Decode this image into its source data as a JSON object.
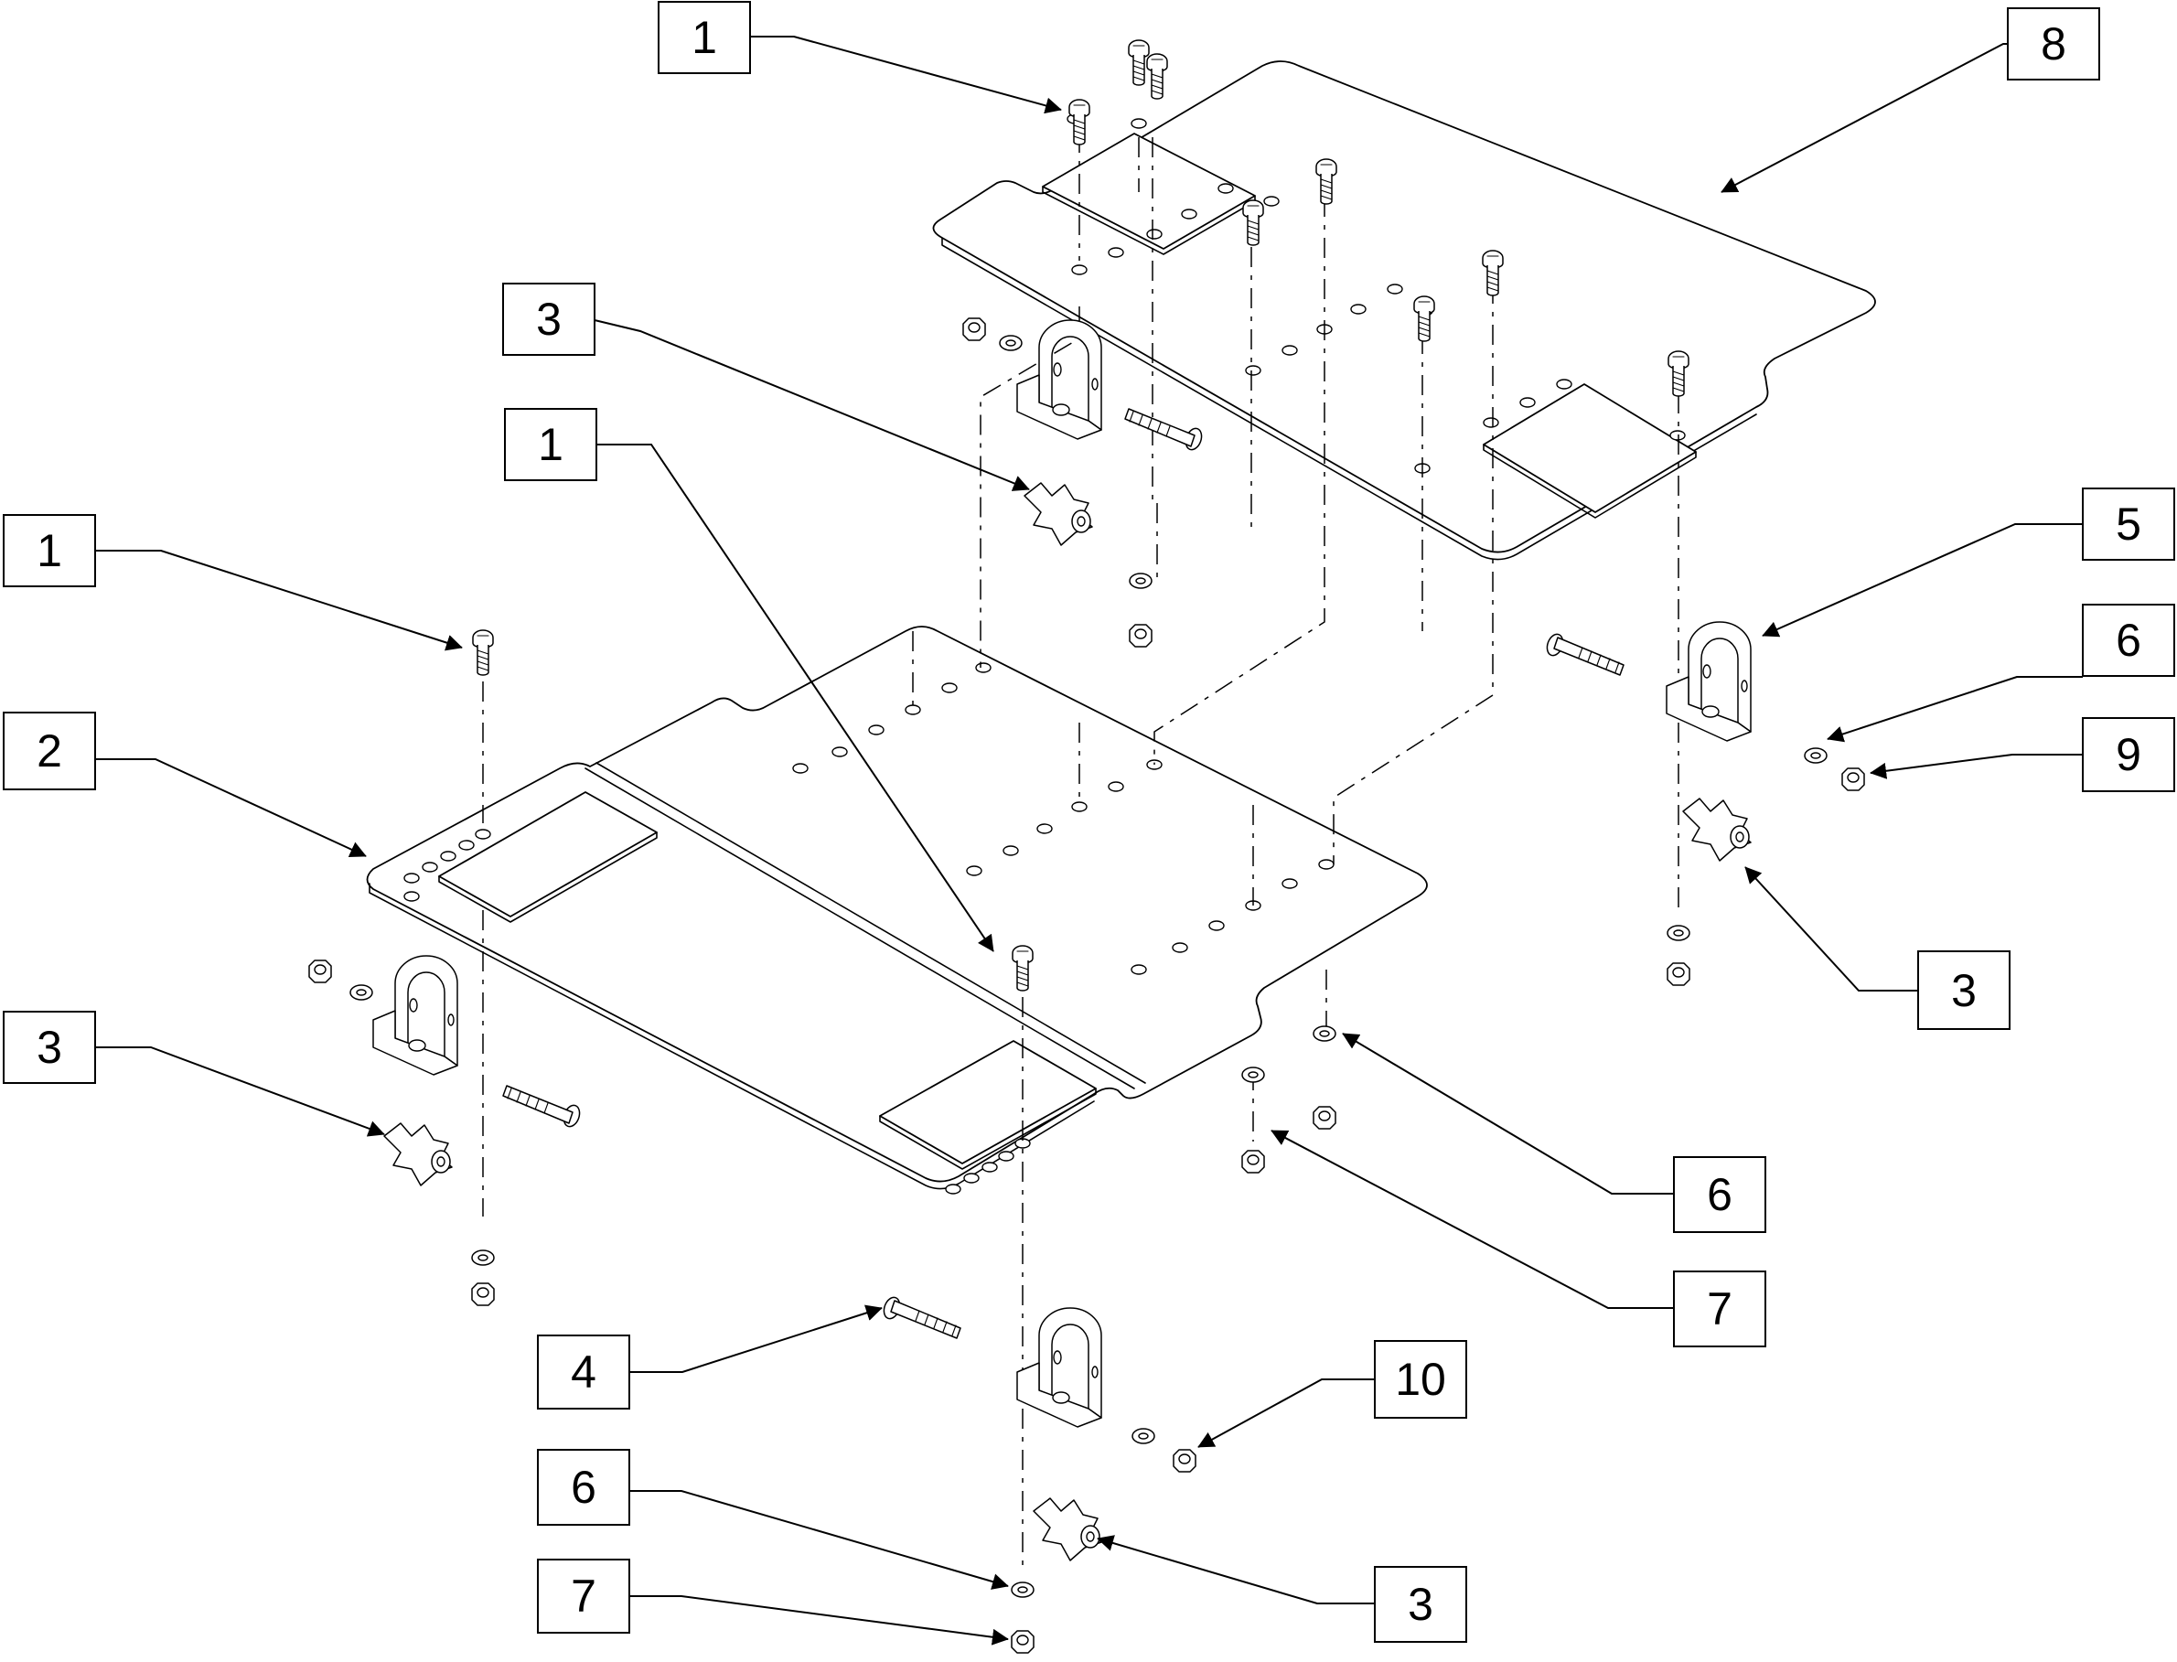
{
  "callouts": [
    {
      "id": "callout-1-top",
      "label": "1"
    },
    {
      "id": "callout-8",
      "label": "8"
    },
    {
      "id": "callout-3-top",
      "label": "3"
    },
    {
      "id": "callout-1-mid",
      "label": "1"
    },
    {
      "id": "callout-1-left",
      "label": "1"
    },
    {
      "id": "callout-2",
      "label": "2"
    },
    {
      "id": "callout-3-left",
      "label": "3"
    },
    {
      "id": "callout-5",
      "label": "5"
    },
    {
      "id": "callout-6-right",
      "label": "6"
    },
    {
      "id": "callout-9",
      "label": "9"
    },
    {
      "id": "callout-3-right",
      "label": "3"
    },
    {
      "id": "callout-6-mid",
      "label": "6"
    },
    {
      "id": "callout-7-mid",
      "label": "7"
    },
    {
      "id": "callout-4",
      "label": "4"
    },
    {
      "id": "callout-10",
      "label": "10"
    },
    {
      "id": "callout-6-bottom",
      "label": "6"
    },
    {
      "id": "callout-7-bottom",
      "label": "7"
    },
    {
      "id": "callout-3-bottom",
      "label": "3"
    }
  ]
}
